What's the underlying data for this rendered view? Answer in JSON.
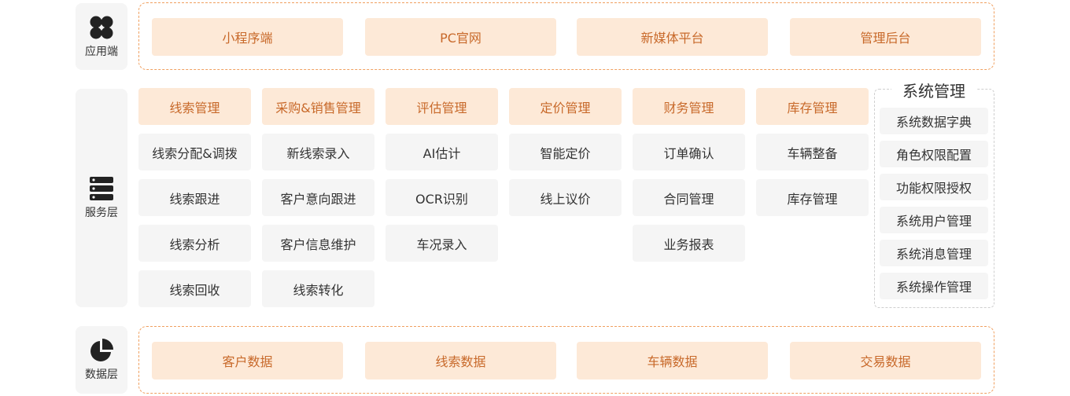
{
  "layers": {
    "app": "应用端",
    "service": "服务层",
    "data": "数据层"
  },
  "app_items": [
    "小程序端",
    "PC官网",
    "新媒体平台",
    "管理后台"
  ],
  "modules": [
    {
      "title": "线索管理",
      "items": [
        "线索分配&调拨",
        "线索跟进",
        "线索分析",
        "线索回收"
      ]
    },
    {
      "title": "采购&销售管理",
      "items": [
        "新线索录入",
        "客户意向跟进",
        "客户信息维护",
        "线索转化"
      ]
    },
    {
      "title": "评估管理",
      "items": [
        "AI估计",
        "OCR识别",
        "车况录入"
      ]
    },
    {
      "title": "定价管理",
      "items": [
        "智能定价",
        "线上议价"
      ]
    },
    {
      "title": "财务管理",
      "items": [
        "订单确认",
        "合同管理",
        "业务报表"
      ]
    },
    {
      "title": "库存管理",
      "items": [
        "车辆整备",
        "库存管理"
      ]
    }
  ],
  "system": {
    "title": "系统管理",
    "items": [
      "系统数据字典",
      "角色权限配置",
      "功能权限授权",
      "系统用户管理",
      "系统消息管理",
      "系统操作管理"
    ]
  },
  "data_items": [
    "客户数据",
    "线索数据",
    "车辆数据",
    "交易数据"
  ],
  "colors": {
    "accent_text": "#c8692a",
    "accent_fill": "#fde9d7",
    "dashed_border": "#f0a060",
    "gray_fill": "#f5f5f5"
  }
}
